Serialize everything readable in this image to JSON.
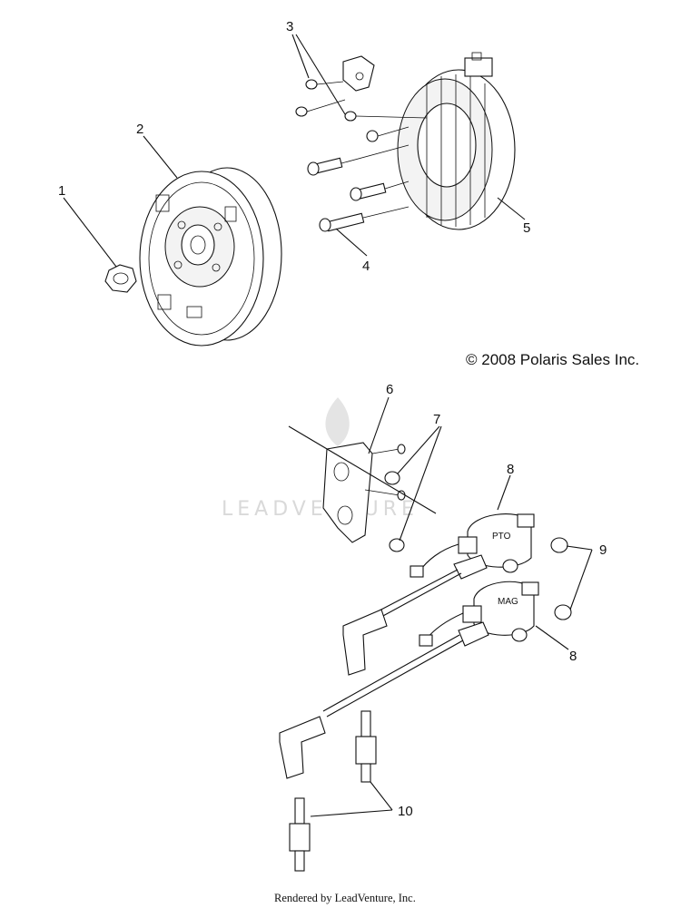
{
  "copyright": "© 2008 Polaris Sales Inc.",
  "watermark": "LEADVENTURE",
  "footer": "Rendered by LeadVenture, Inc.",
  "callouts": {
    "c1": "1",
    "c2": "2",
    "c3": "3",
    "c4": "4",
    "c5": "5",
    "c6": "6",
    "c7": "7",
    "c8a": "8",
    "c8b": "8",
    "c9": "9",
    "c10": "10"
  },
  "coil_labels": {
    "pto": "PTO",
    "mag": "MAG"
  },
  "icons": {
    "watermark_logo": "flame-icon"
  }
}
